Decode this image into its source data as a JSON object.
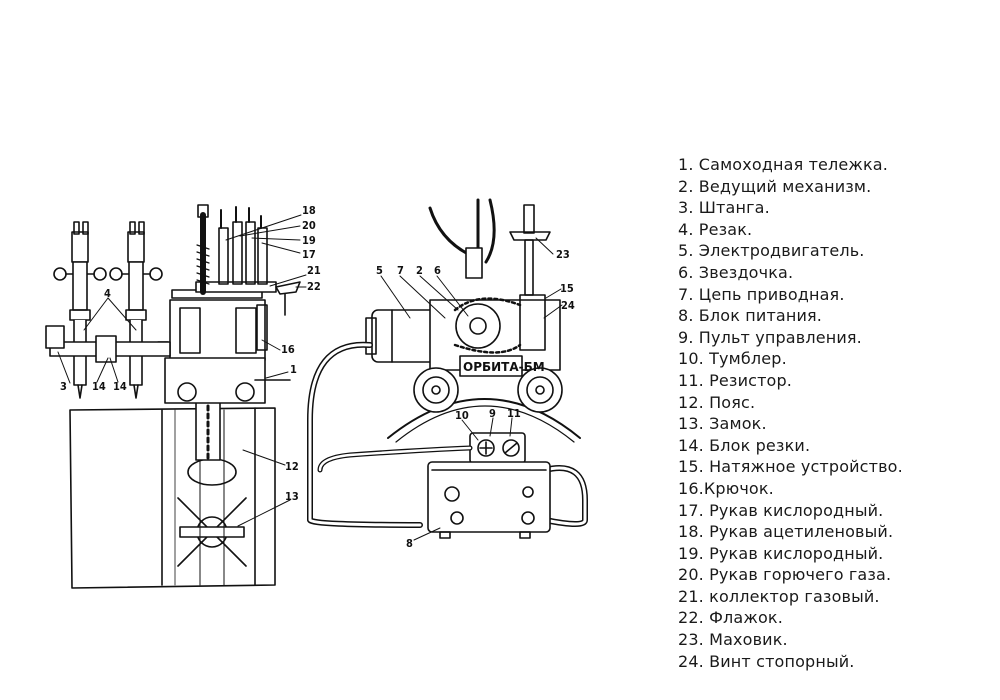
{
  "legend": [
    "1. Самоходная тележка.",
    "2. Ведущий механизм.",
    "3. Штанга.",
    "4. Резак.",
    "5. Электродвигатель.",
    "6. Звездочка.",
    "7. Цепь приводная.",
    "8. Блок питания.",
    "9. Пульт управления.",
    "10. Тумблер.",
    "11. Резистор.",
    "12. Пояс.",
    "13. Замок.",
    "14. Блок резки.",
    "15. Натяжное устройство.",
    "16.Крючок.",
    "17. Рукав кислородный.",
    "18. Рукав ацетиленовый.",
    "19. Рукав кислородный.",
    "20. Рукав горючего газа.",
    "21. коллектор газовый.",
    "22. Флажок.",
    "23. Маховик.",
    "24. Винт стопорный."
  ],
  "callouts": {
    "n1": "1",
    "n2": "2",
    "n3": "3",
    "n4": "4",
    "n5": "5",
    "n6": "6",
    "n7": "7",
    "n8": "8",
    "n9": "9",
    "n10": "10",
    "n11": "11",
    "n12": "12",
    "n13": "13",
    "n14": "14",
    "n15": "15",
    "n16": "16",
    "n17": "17",
    "n18": "18",
    "n19": "19",
    "n20": "20",
    "n21": "21",
    "n22": "22",
    "n23": "23",
    "n24": "24"
  },
  "machine_plate": "ОРБИТА-БМ"
}
